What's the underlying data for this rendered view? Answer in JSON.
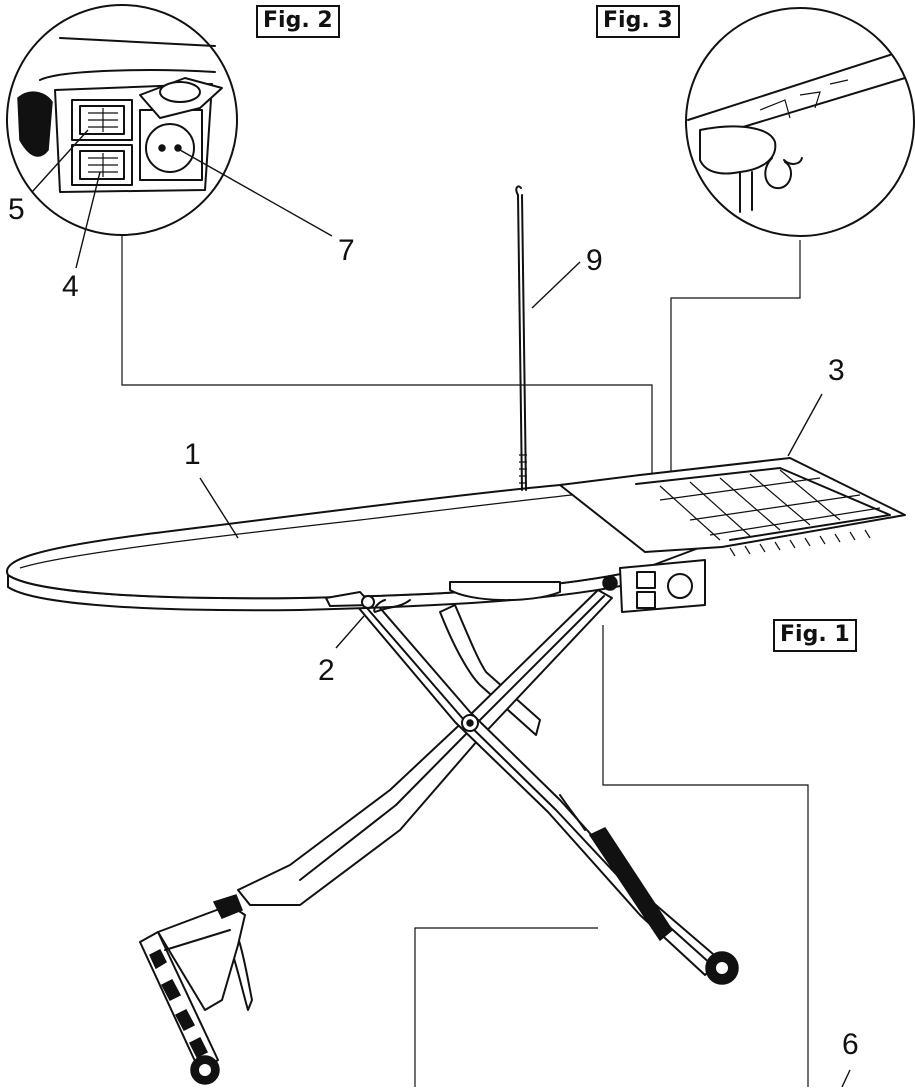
{
  "figures": {
    "fig1": "Fig. 1",
    "fig2": "Fig. 2",
    "fig3": "Fig. 3"
  },
  "callouts": {
    "c1": "1",
    "c2": "2",
    "c3": "3",
    "c4": "4",
    "c5": "5",
    "c6": "6",
    "c7": "7",
    "c9": "9"
  }
}
